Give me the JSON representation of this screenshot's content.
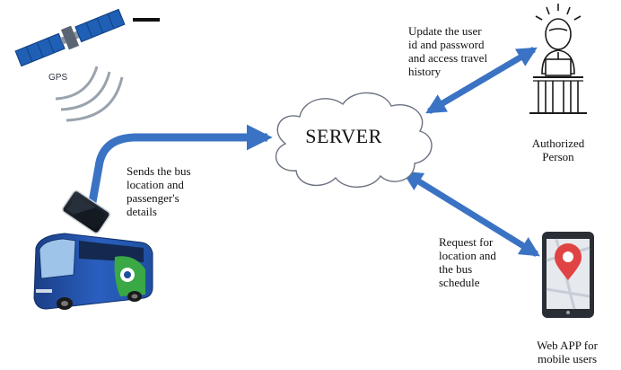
{
  "server": {
    "label": "SERVER"
  },
  "gps": {
    "label": "GPS"
  },
  "labels": {
    "bus_to_server": [
      "Sends the bus",
      "location and",
      "passenger's",
      "details"
    ],
    "person_to_server": [
      "Update the user",
      "id and password",
      "and access travel",
      "history"
    ],
    "app_to_server": [
      "Request for",
      "location and",
      "the bus",
      "schedule"
    ],
    "authorized_person": [
      "Authorized",
      "Person"
    ],
    "web_app": [
      "Web APP for",
      "mobile users"
    ]
  },
  "colors": {
    "arrow": "#3b73c4",
    "arrow_edge": "#1f4f99",
    "cloud_stroke": "#6b7280",
    "bus_blue": "#1e4fa0",
    "bus_green": "#39a845",
    "satellite_blue": "#1f5fb5",
    "map_pin": "#e04343"
  }
}
